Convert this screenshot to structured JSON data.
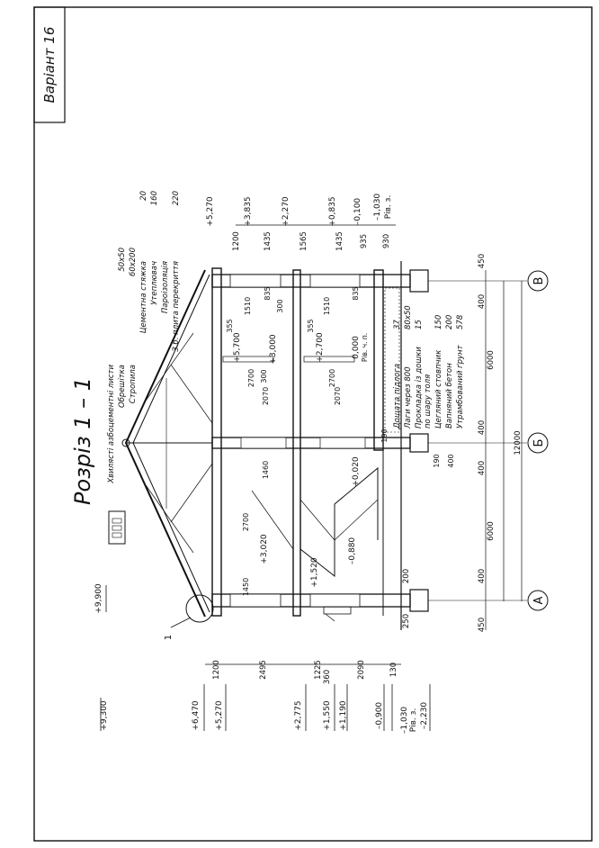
{
  "sheet": {
    "variant_label": "Варіант 16",
    "section_title": "Розріз 1 – 1",
    "callout_number": "1"
  },
  "levels_left": [
    "+9,300",
    "+6,470",
    "+5,270",
    "+2,775",
    "+1,550",
    "+1,190",
    "–0,900",
    "–1,030",
    "Рів. з.",
    "–2,230"
  ],
  "levels_right": [
    "+5,270",
    "+3,835",
    "+2,270",
    "+0,835",
    "–0,100",
    "–1,030",
    "Рів. з."
  ],
  "levels_top": [
    "+9,900"
  ],
  "levels_interior": [
    "+5,700",
    "+3,000",
    "+2,700",
    "0,000",
    "Рів. ч. п.",
    "+3,020",
    "+1,520",
    "–0,880",
    "+0,020"
  ],
  "dims_left_side": [
    "1200",
    "2495",
    "1225",
    "360",
    "2090",
    "130"
  ],
  "dims_right_side": [
    "1200",
    "1435",
    "1565",
    "1435",
    "935",
    "930"
  ],
  "dims_window_right": [
    "355",
    "1510",
    "835",
    "300",
    "355",
    "1510",
    "835"
  ],
  "dims_interior": [
    "1450",
    "2700",
    "1460",
    "2700",
    "300",
    "2700",
    "2070",
    "2070",
    "190",
    "190",
    "400"
  ],
  "dims_bottom": [
    "450",
    "400",
    "200",
    "250",
    "6000",
    "400",
    "400",
    "6000",
    "12000",
    "400",
    "450"
  ],
  "axes": [
    "А",
    "Б",
    "В"
  ],
  "roof_layers": [
    {
      "name": "Хвилясті азбоцементні листи",
      "value": ""
    },
    {
      "name": "Обрешітка",
      "value": "50х50"
    },
    {
      "name": "Стропила",
      "value": "60х200"
    }
  ],
  "floor_layers": [
    {
      "name": "Цементна стяжка",
      "value": "20"
    },
    {
      "name": "Утеплювач",
      "value": "160"
    },
    {
      "name": "Пароізоляція",
      "value": ""
    },
    {
      "name": "З.б. плита перекриття",
      "value": "220"
    }
  ],
  "ground_floor_layers": [
    {
      "name": "Дощата підлога",
      "value": "37"
    },
    {
      "name": "Лаги через 800",
      "value": "80х50"
    },
    {
      "name": "Прокладка із дошки",
      "value": "15"
    },
    {
      "name": "по шару толя",
      "value": ""
    },
    {
      "name": "Цегляний стовпчик",
      "value": "150"
    },
    {
      "name": "Вапняний бетон",
      "value": "200"
    },
    {
      "name": "Утрамбований ґрунт",
      "value": "578"
    }
  ]
}
